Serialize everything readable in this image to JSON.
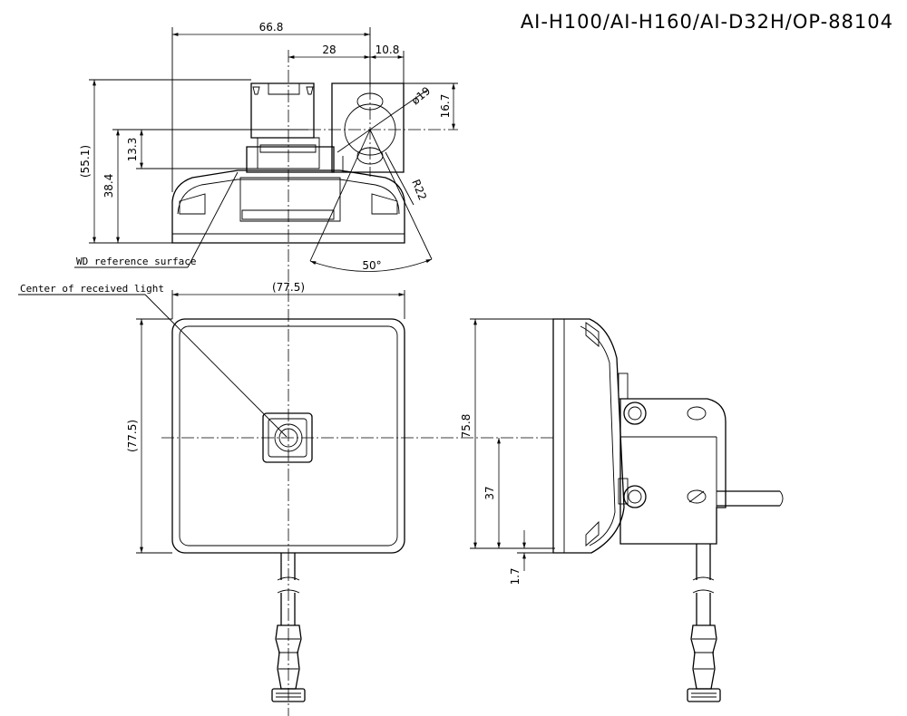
{
  "title": "AI-H100/AI-H160/AI-D32H/OP-88104",
  "annotations": {
    "wd_reference": "WD reference surface",
    "center_light": "Center of received light"
  },
  "dimensions": {
    "top_width": "66.8",
    "top_offset": "28",
    "top_bracket": "10.8",
    "hole_dia": "ø19",
    "bracket_height": "16.7",
    "overall_height": "(55.1)",
    "ref_height": "38.4",
    "bracket_offset": "13.3",
    "radius": "R22",
    "angle": "50°",
    "front_width": "(77.5)",
    "front_height": "(77.5)",
    "side_height": "75.8",
    "side_center": "37",
    "side_offset": "1.7"
  }
}
